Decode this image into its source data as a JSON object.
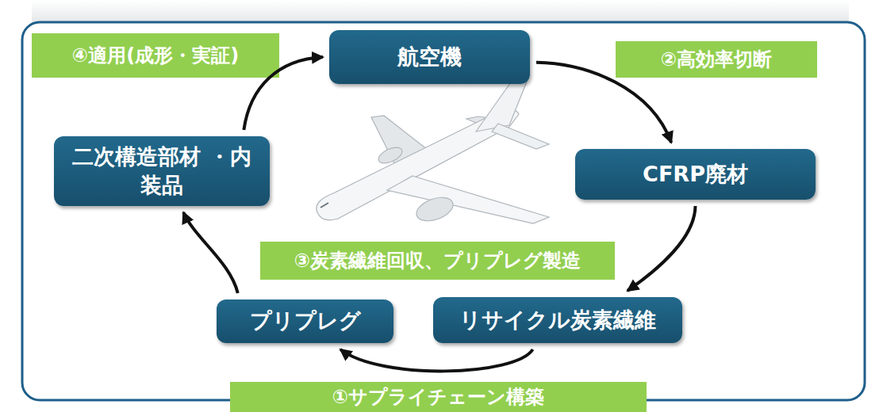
{
  "diagram": {
    "nodes": [
      {
        "text": [
          "④適用(成形・実証)"
        ]
      },
      {
        "text": [
          "航空機"
        ]
      },
      {
        "text": [
          "②高効率切断"
        ]
      },
      {
        "text": [
          "二次構造部材 ・内装品"
        ]
      },
      {
        "text": [
          "CFRP廃材"
        ]
      },
      {
        "text": [
          "③炭素繊維回収、プリプレグ製造"
        ]
      },
      {
        "text": [
          "プリプレグ"
        ]
      },
      {
        "text": [
          "リサイクル炭素繊維"
        ]
      },
      {
        "text": [
          "①サプライチェーン構築"
        ]
      }
    ],
    "edges": [
      {
        "from": 1,
        "to": 4,
        "arrow": "to"
      },
      {
        "from": 4,
        "to": 7,
        "arrow": "to"
      },
      {
        "from": 7,
        "to": 6,
        "arrow": "to"
      },
      {
        "from": 6,
        "to": 3,
        "arrow": "to"
      },
      {
        "from": 3,
        "to": 1,
        "arrow": "to"
      }
    ]
  }
}
